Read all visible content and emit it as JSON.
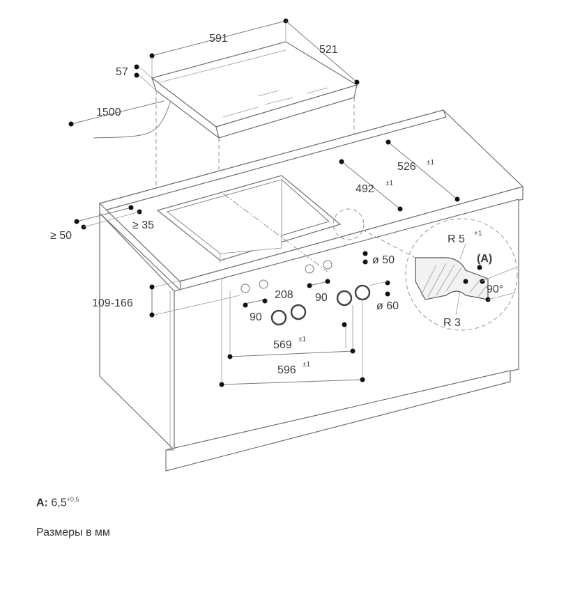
{
  "hob": {
    "width": "591",
    "depth": "521",
    "height": "57",
    "cable_length": "1500"
  },
  "cutout": {
    "depth": "492",
    "depth_tol": "±1",
    "depth_outer": "526",
    "depth_outer_tol": "±1",
    "min_back": "≥ 50",
    "min_side": "≥ 35",
    "worktop": "109-166"
  },
  "controls": {
    "spacing_a": "208",
    "angle_a": "90",
    "angle_b": "90",
    "dia_small": "ø 50",
    "dia_large": "ø 60",
    "width_inner": "569",
    "width_inner_tol": "±1",
    "width_outer": "596",
    "width_outer_tol": "±1"
  },
  "detail": {
    "r_top": "R 5",
    "r_top_tol": "+1",
    "r_bottom": "R 3",
    "label": "(A)",
    "angle": "90°"
  },
  "notes": {
    "a_label": "A:",
    "a_value": "6,5",
    "a_tol": "+0,5",
    "units": "Размеры в мм"
  }
}
